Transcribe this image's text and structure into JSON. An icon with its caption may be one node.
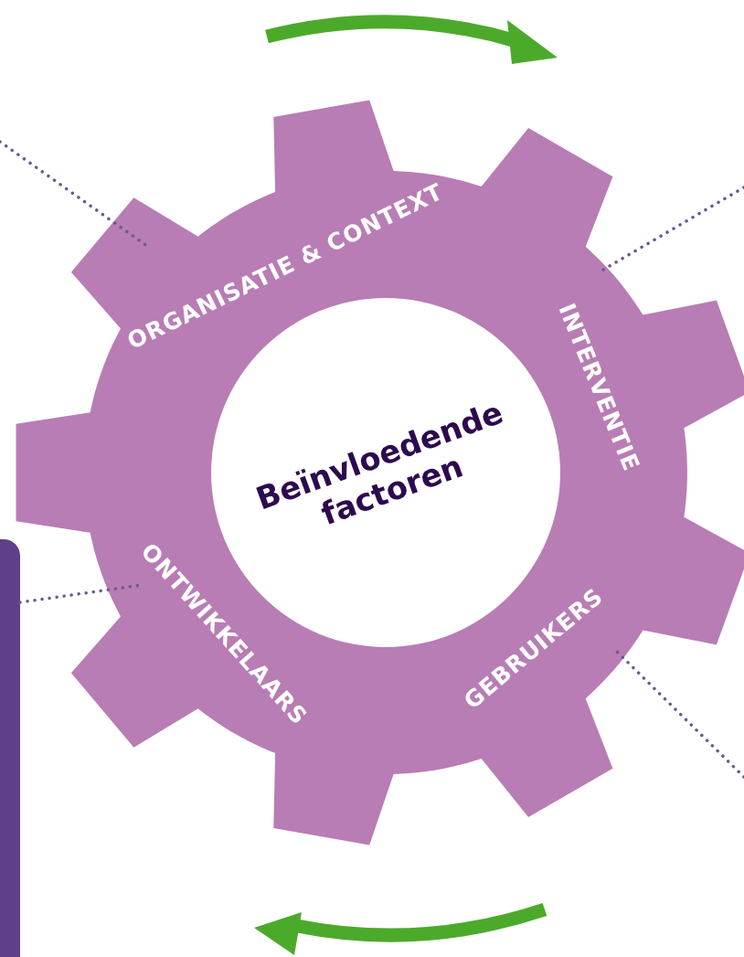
{
  "diagram": {
    "nodes": [
      {
        "text": [],
        "shape": "gear"
      },
      {
        "text": [
          "ORGANISATIE & CONTEXT"
        ],
        "in": 0
      },
      {
        "text": [
          "INTERVENTIE"
        ],
        "in": 0
      },
      {
        "text": [
          "GEBRUIKERS"
        ],
        "in": 0
      },
      {
        "text": [
          "ONTWIKKELAARS"
        ],
        "in": 0
      },
      {
        "text": [
          "Beïnvloedende factoren"
        ],
        "in": 0
      },
      {
        "text": [],
        "shape": "bar"
      }
    ],
    "edges": [
      {
        "from": null,
        "to": 1,
        "arrow": "none",
        "style": "dashed"
      },
      {
        "from": null,
        "to": 2,
        "arrow": "none",
        "style": "dashed"
      },
      {
        "from": null,
        "to": 3,
        "arrow": "none",
        "style": "dashed"
      },
      {
        "from": 6,
        "to": 4,
        "arrow": "none",
        "style": "dashed"
      }
    ]
  }
}
